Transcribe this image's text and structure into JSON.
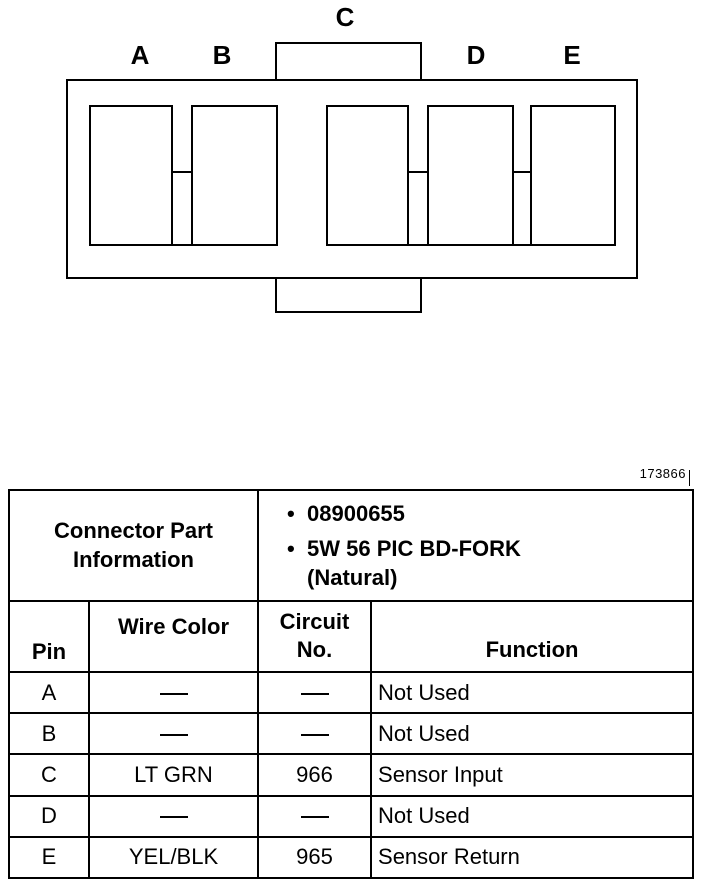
{
  "connector": {
    "pins": [
      "A",
      "B",
      "C",
      "D",
      "E"
    ]
  },
  "figure_number": "173866",
  "table": {
    "part_info_label": [
      "Connector Part",
      "Information"
    ],
    "part_info": [
      "08900655",
      "5W 56 PIC BD-FORK",
      "(Natural)"
    ],
    "headers": {
      "pin": "Pin",
      "wire_color": "Wire Color",
      "circuit": [
        "Circuit",
        "No."
      ],
      "function": "Function"
    },
    "rows": [
      {
        "pin": "A",
        "wire": "—",
        "circuit": "—",
        "function": "Not Used"
      },
      {
        "pin": "B",
        "wire": "—",
        "circuit": "—",
        "function": "Not Used"
      },
      {
        "pin": "C",
        "wire": "LT GRN",
        "circuit": "966",
        "function": "Sensor Input"
      },
      {
        "pin": "D",
        "wire": "—",
        "circuit": "—",
        "function": "Not Used"
      },
      {
        "pin": "E",
        "wire": "YEL/BLK",
        "circuit": "965",
        "function": "Sensor Return"
      }
    ]
  }
}
